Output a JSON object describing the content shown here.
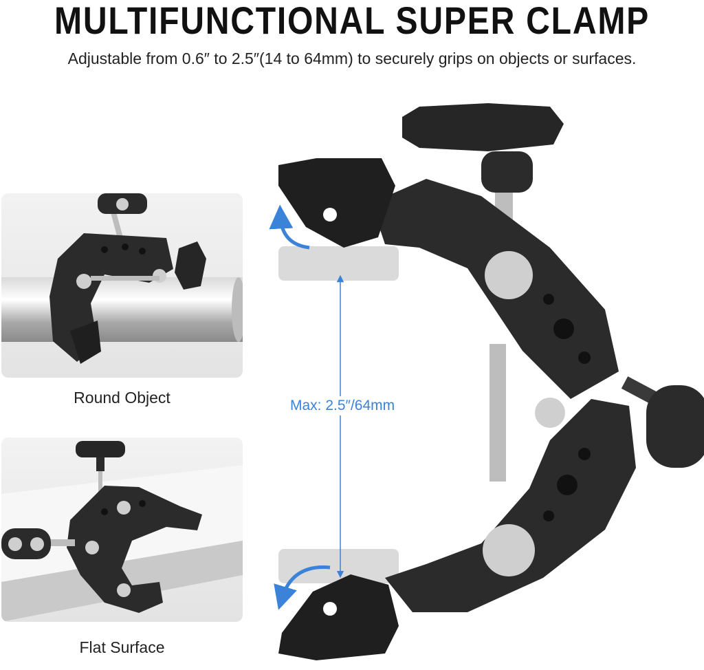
{
  "title": "MULTIFUNCTIONAL SUPER CLAMP",
  "subtitle": "Adjustable from 0.6″ to 2.5″(14 to 64mm) to securely grips on objects or surfaces.",
  "scenes": [
    {
      "caption": "Round Object"
    },
    {
      "caption": "Flat Surface"
    }
  ],
  "measurement": {
    "label": "Max: 2.5″/64mm"
  },
  "colors": {
    "accent": "#3b82d9",
    "clamp": "#2b2b2b",
    "metal": "#bdbdbd"
  }
}
